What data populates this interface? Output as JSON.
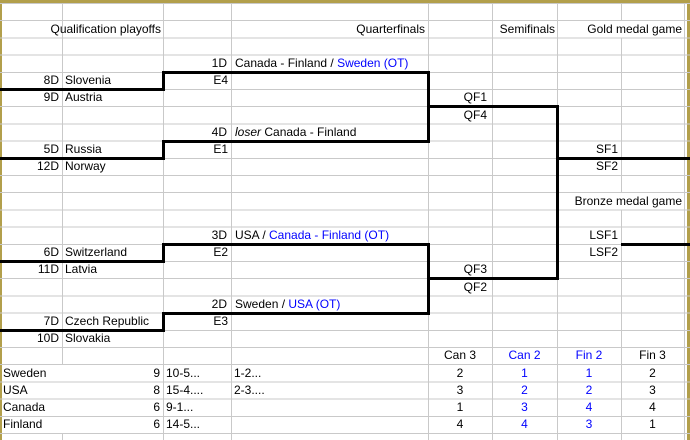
{
  "colors": {
    "blue": "#0000ff",
    "grid_line": "#c9c9c9",
    "thick_line": "#000000",
    "frame_edge": "#b29f4b"
  },
  "headers": {
    "qualification": "Qualification playoffs",
    "quarterfinals": "Quarterfinals",
    "semifinals": "Semifinals",
    "gold": "Gold medal game",
    "bronze": "Bronze medal game"
  },
  "bracket": {
    "game1": {
      "seed": "1D",
      "black": "Canada - Finland / ",
      "blue": "Sweden (OT)"
    },
    "e4": {
      "top_seed": "8D",
      "top_team": "Slovenia",
      "label": "E4",
      "bottom_seed": "9D",
      "bottom_team": "Austria"
    },
    "qf1": "QF1",
    "qf4": "QF4",
    "game2": {
      "seed": "4D",
      "italic": "loser",
      "rest": " Canada - Finland"
    },
    "e1": {
      "top_seed": "5D",
      "top_team": "Russia",
      "label": "E1",
      "bottom_seed": "12D",
      "bottom_team": "Norway"
    },
    "sf1": "SF1",
    "sf2": "SF2",
    "game3": {
      "seed": "3D",
      "black": "USA / ",
      "blue": "Canada - Finland (OT)"
    },
    "e2": {
      "top_seed": "6D",
      "top_team": "Switzerland",
      "label": "E2",
      "bottom_seed": "11D",
      "bottom_team": "Latvia"
    },
    "qf3": "QF3",
    "qf2": "QF2",
    "lsf1": "LSF1",
    "lsf2": "LSF2",
    "game4": {
      "seed": "2D",
      "black": "Sweden / ",
      "blue": "USA (OT)"
    },
    "e3": {
      "top_seed": "7D",
      "top_team": "Czech Republic",
      "label": "E3",
      "bottom_seed": "10D",
      "bottom_team": "Slovakia"
    }
  },
  "standings": {
    "columns": [
      "Can 3",
      "Can 2",
      "Fin 2",
      "Fin 3"
    ],
    "rows": [
      {
        "team": "Sweden",
        "points": "9",
        "scores_a": "10-5...",
        "scores_b": "1-2...",
        "v": [
          "2",
          "1",
          "1",
          "2"
        ]
      },
      {
        "team": "USA",
        "points": "8",
        "scores_a": "15-4....",
        "scores_b": "2-3....",
        "v": [
          "3",
          "2",
          "2",
          "3"
        ]
      },
      {
        "team": "Canada",
        "points": "6",
        "scores_a": "9-1...",
        "scores_b": "",
        "v": [
          "1",
          "3",
          "4",
          "4"
        ]
      },
      {
        "team": "Finland",
        "points": "6",
        "scores_a": "14-5...",
        "scores_b": "",
        "v": [
          "4",
          "4",
          "3",
          "1"
        ]
      }
    ]
  }
}
